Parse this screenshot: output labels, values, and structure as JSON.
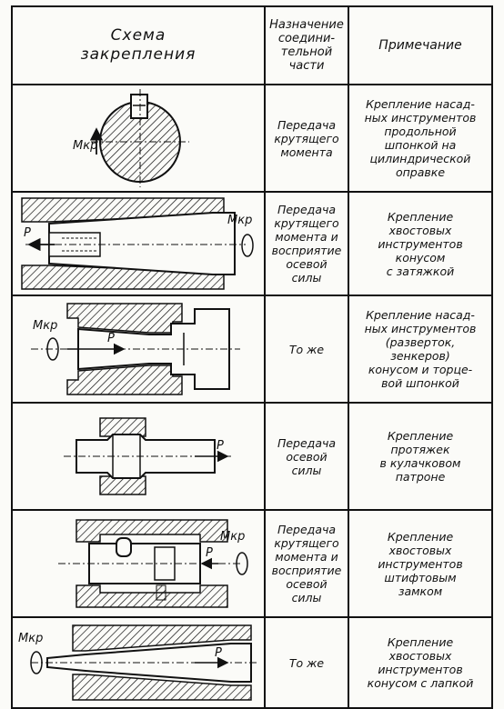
{
  "header": {
    "scheme": "Схема\nзакрепления",
    "purpose": "Назначение\nсоедини-\nтельной\nчасти",
    "note": "Примечание"
  },
  "rows": [
    {
      "purpose": "Передача\nкрутящего\nмомента",
      "note": "Крепление насад-\nных инструментов\nпродольной\nшпонкой на\nцилиндрической\nоправке",
      "labels": {
        "torque": "Мкр"
      }
    },
    {
      "purpose": "Передача\nкрутящего\nмомента и\nвосприятие\nосевой\nсилы",
      "note": "Крепление\nхвостовых\nинструментов\nконусом\nс затяжкой",
      "labels": {
        "force": "P",
        "torque": "Мкр"
      }
    },
    {
      "purpose": "То же",
      "note": "Крепление насад-\nных инструментов\n(разверток,\nзенкеров)\nконусом и торце-\nвой шпонкой",
      "labels": {
        "force": "P",
        "torque": "Мкр"
      }
    },
    {
      "purpose": "Передача\nосевой\nсилы",
      "note": "Крепление\nпротяжек\nв кулачковом\nпатроне",
      "labels": {
        "force": "P"
      }
    },
    {
      "purpose": "Передача\nкрутящего\nмомента и\nвосприятие\nосевой\nсилы",
      "note": "Крепление\nхвостовых\nинструментов\nштифтовым\nзамком",
      "labels": {
        "force": "P",
        "torque": "Мкр"
      }
    },
    {
      "purpose": "То же",
      "note": "Крепление\nхвостовых\nинструментов\nконусом с лапкой",
      "labels": {
        "force": "P",
        "torque": "Мкр"
      }
    }
  ]
}
